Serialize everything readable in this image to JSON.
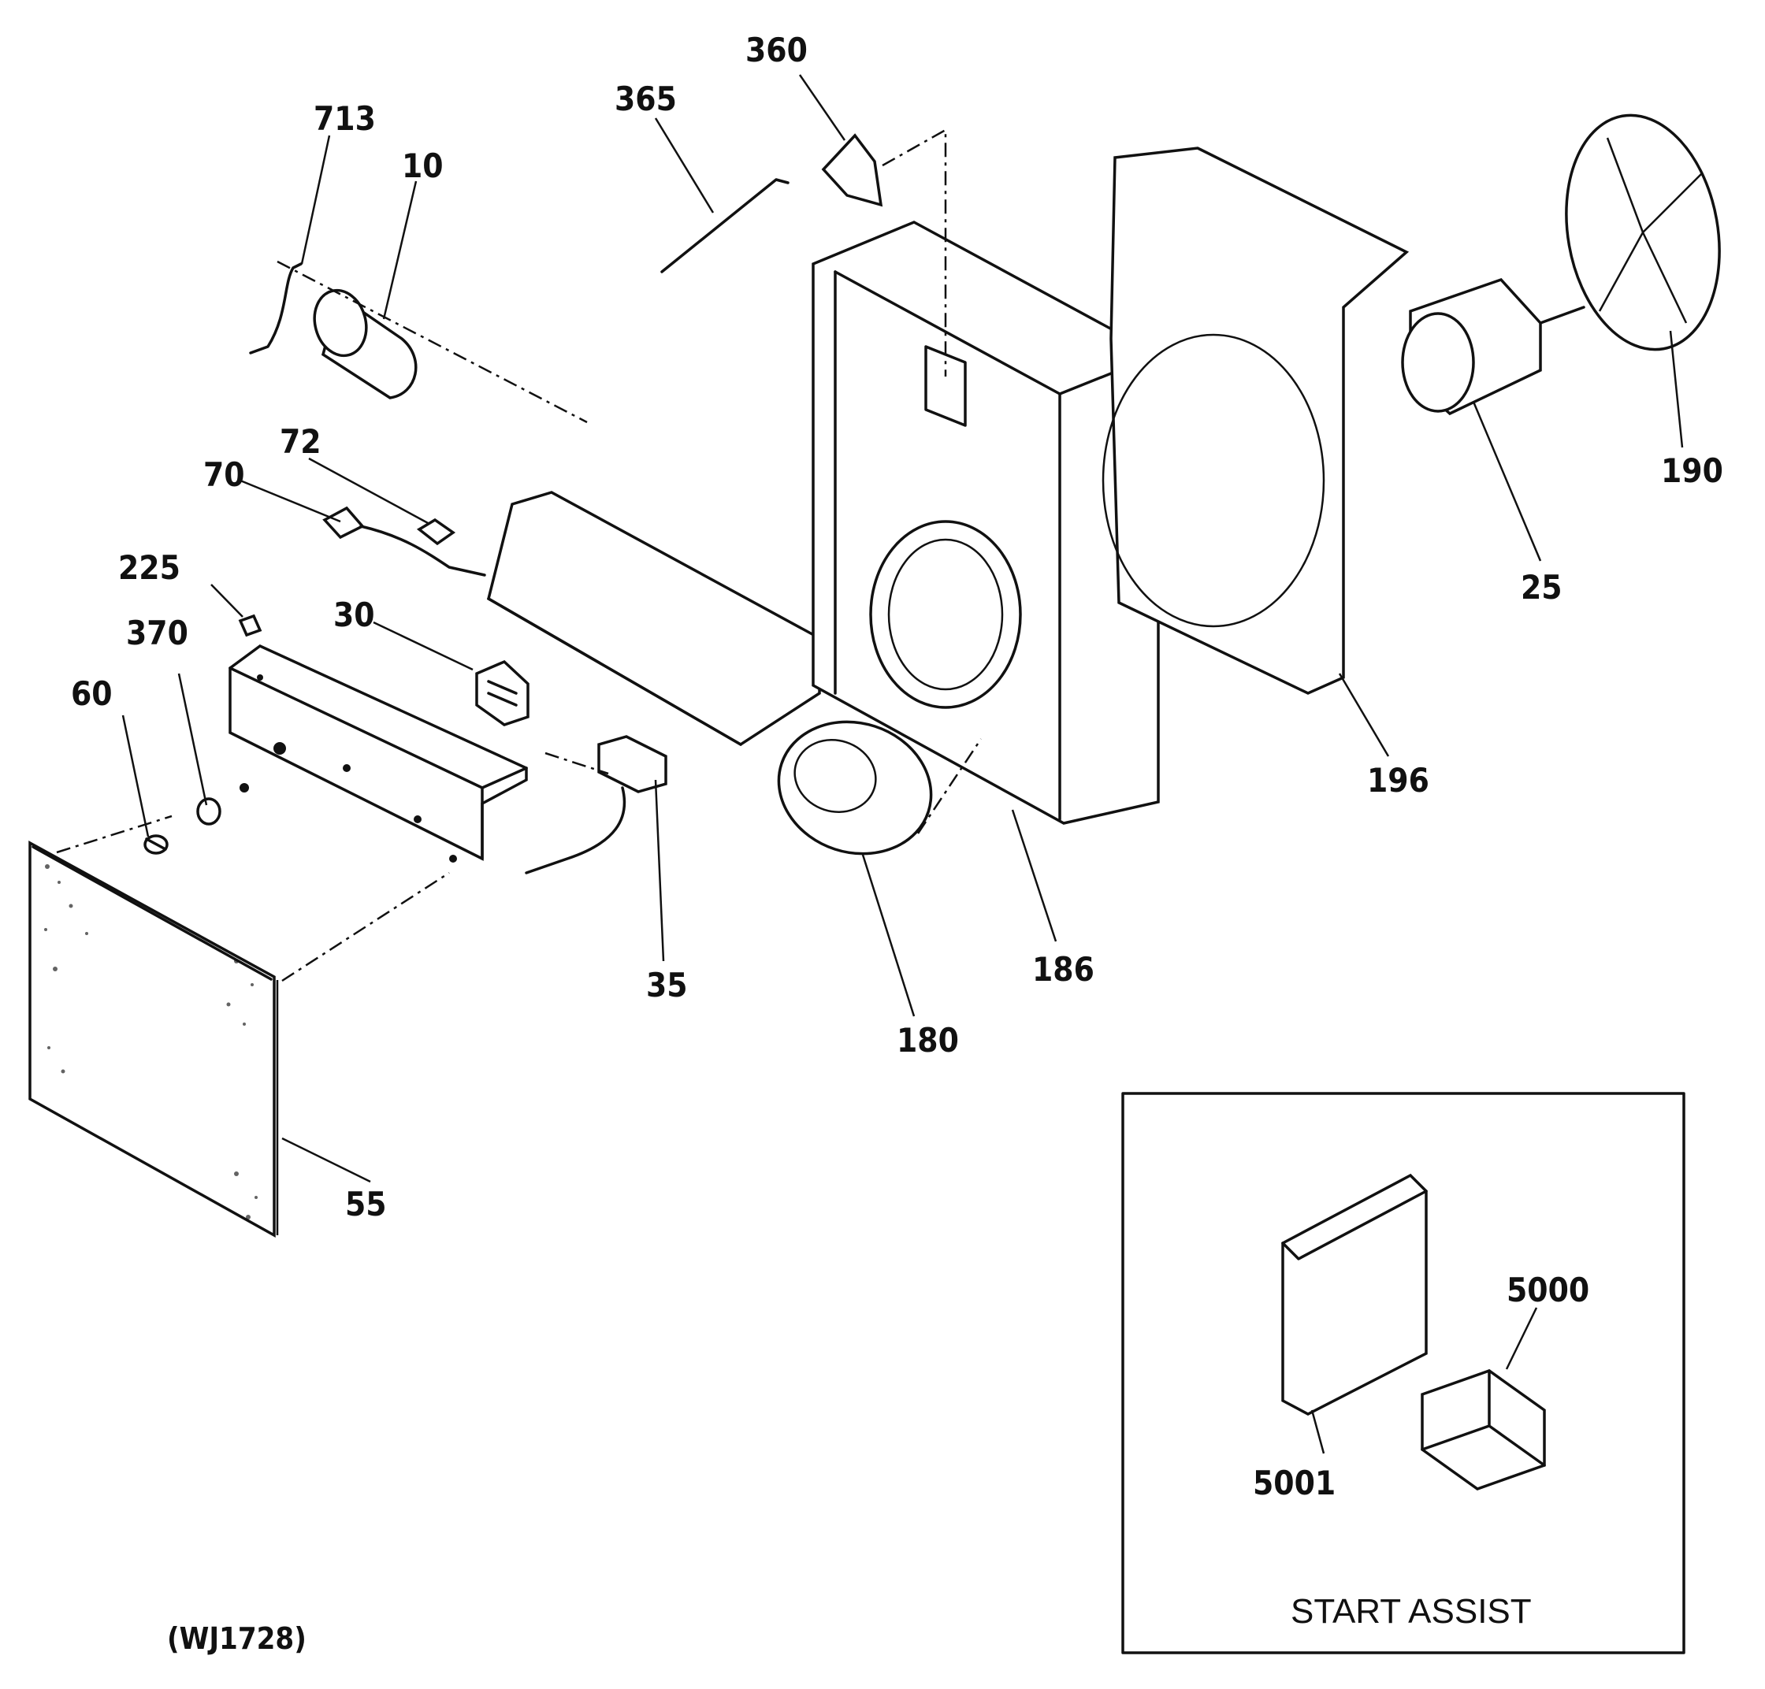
{
  "callouts": {
    "c713": "713",
    "c10": "10",
    "c365": "365",
    "c360": "360",
    "c72": "72",
    "c70": "70",
    "c225": "225",
    "c30": "30",
    "c370": "370",
    "c60": "60",
    "c35": "35",
    "c55": "55",
    "c180": "180",
    "c186": "186",
    "c196": "196",
    "c25": "25",
    "c190": "190",
    "c5000": "5000",
    "c5001": "5001"
  },
  "inset": {
    "caption": "START ASSIST"
  },
  "drawing_id": "(WJ1728)"
}
